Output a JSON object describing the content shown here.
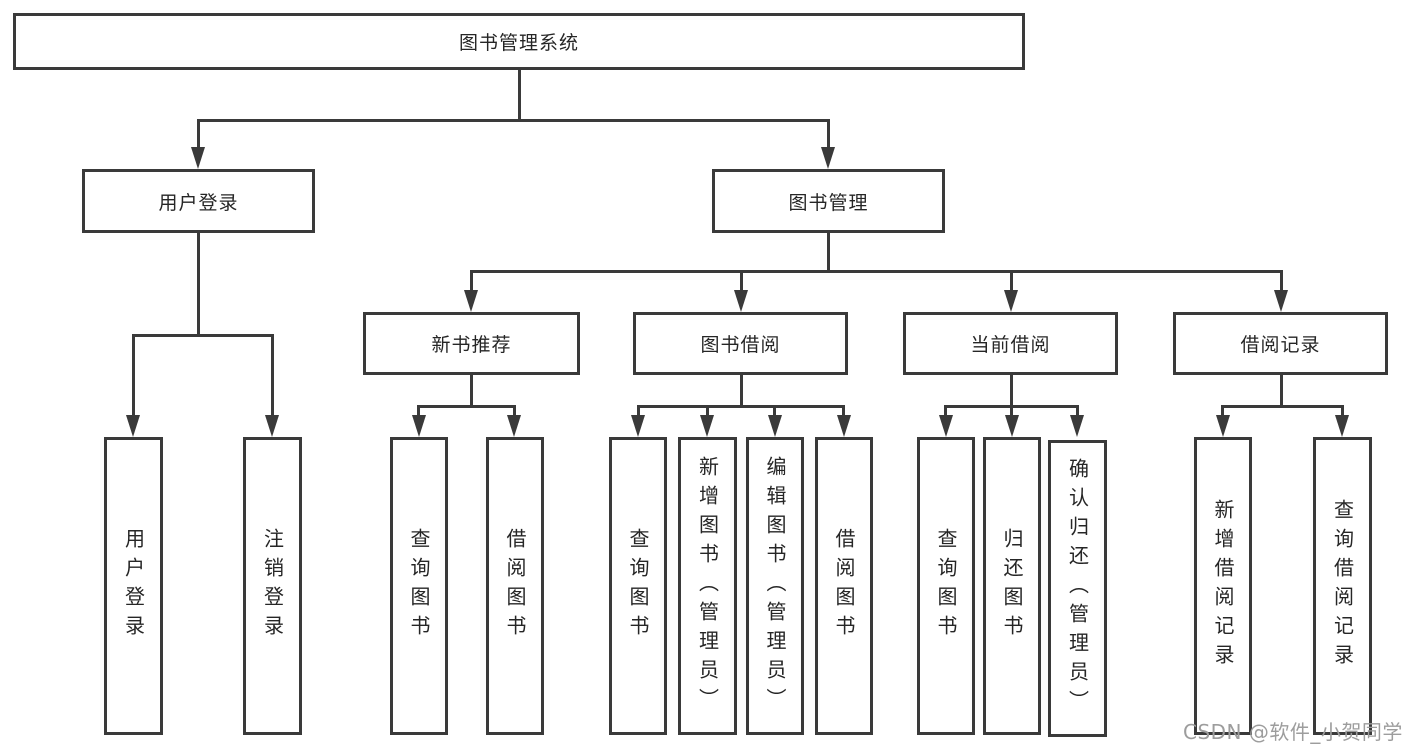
{
  "diagram": {
    "root": {
      "label": "图书管理系统"
    },
    "level2": [
      {
        "id": "user-login",
        "label": "用户登录"
      },
      {
        "id": "book-management",
        "label": "图书管理"
      }
    ],
    "level3": [
      {
        "id": "new-book-recommend",
        "label": "新书推荐"
      },
      {
        "id": "book-borrow",
        "label": "图书借阅"
      },
      {
        "id": "current-borrow",
        "label": "当前借阅"
      },
      {
        "id": "borrow-records",
        "label": "借阅记录"
      }
    ],
    "leaves": {
      "user_login": [
        {
          "label": "用户登录"
        },
        {
          "label": "注销登录"
        }
      ],
      "new_book": [
        {
          "label": "查询图书"
        },
        {
          "label": "借阅图书"
        }
      ],
      "book_borrow": [
        {
          "label": "查询图书"
        },
        {
          "label": "新增图书（管理员）"
        },
        {
          "label": "编辑图书（管理员）"
        },
        {
          "label": "借阅图书"
        }
      ],
      "current_borrow": [
        {
          "label": "查询图书"
        },
        {
          "label": "归还图书"
        },
        {
          "label": "确认归还（管理员）"
        }
      ],
      "records": [
        {
          "label": "新增借阅记录"
        },
        {
          "label": "查询借阅记录"
        }
      ]
    }
  },
  "watermark": {
    "text": "CSDN @软件_小贺同学"
  },
  "colors": {
    "line": "#3a3a3a",
    "border": "#3a3a3a",
    "text": "#262626",
    "watermark": "#9d9d9d",
    "background": "#ffffff"
  }
}
